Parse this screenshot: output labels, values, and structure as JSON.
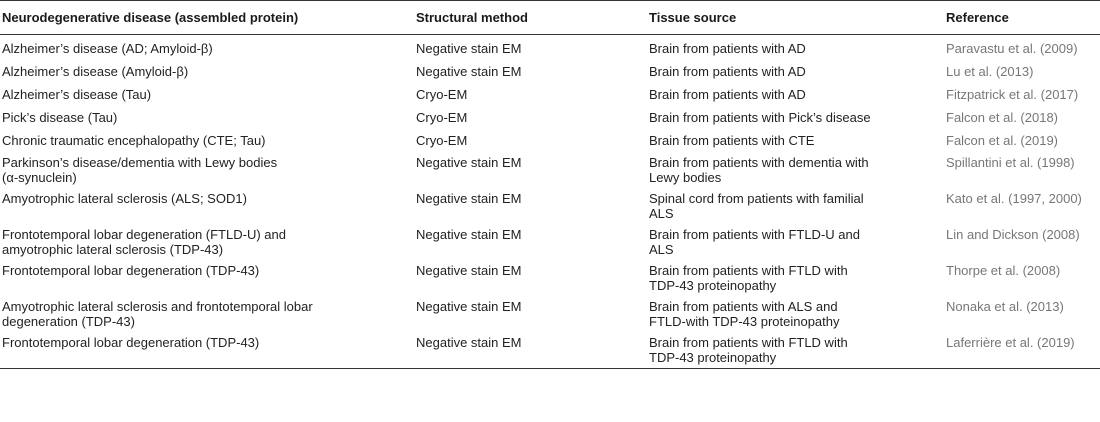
{
  "table": {
    "headers": [
      "Neurodegenerative disease (assembled protein)",
      "Structural method",
      "Tissue source",
      "Reference"
    ],
    "rows": [
      {
        "disease": [
          "Alzheimer’s disease (AD; Amyloid-β)"
        ],
        "method": [
          "Negative stain EM"
        ],
        "tissue": [
          "Brain from patients with AD"
        ],
        "reference": "Paravastu et al. (2009)"
      },
      {
        "disease": [
          "Alzheimer’s disease (Amyloid-β)"
        ],
        "method": [
          "Negative stain EM"
        ],
        "tissue": [
          "Brain from patients with AD"
        ],
        "reference": "Lu et al. (2013)"
      },
      {
        "disease": [
          "Alzheimer’s disease (Tau)"
        ],
        "method": [
          "Cryo-EM"
        ],
        "tissue": [
          "Brain from patients with AD"
        ],
        "reference": "Fitzpatrick et al. (2017)"
      },
      {
        "disease": [
          "Pick’s disease (Tau)"
        ],
        "method": [
          "Cryo-EM"
        ],
        "tissue": [
          "Brain from patients with Pick’s disease"
        ],
        "reference": "Falcon et al. (2018)"
      },
      {
        "disease": [
          "Chronic traumatic encephalopathy (CTE; Tau)"
        ],
        "method": [
          "Cryo-EM"
        ],
        "tissue": [
          "Brain from patients with CTE"
        ],
        "reference": "Falcon et al. (2019)"
      },
      {
        "disease": [
          "Parkinson’s disease/dementia with Lewy bodies",
          "(α-synuclein)"
        ],
        "method": [
          "Negative stain EM"
        ],
        "tissue": [
          "Brain from patients with dementia with",
          "Lewy bodies"
        ],
        "reference": "Spillantini et al. (1998)"
      },
      {
        "disease": [
          "Amyotrophic lateral sclerosis (ALS; SOD1)"
        ],
        "method": [
          "Negative stain EM"
        ],
        "tissue": [
          "Spinal cord from patients with familial",
          "ALS"
        ],
        "reference": "Kato et al. (1997, 2000)"
      },
      {
        "disease": [
          "Frontotemporal lobar degeneration (FTLD-U) and",
          "amyotrophic lateral sclerosis (TDP-43)"
        ],
        "method": [
          "Negative stain EM"
        ],
        "tissue": [
          "Brain from patients with FTLD-U and",
          "ALS"
        ],
        "reference": "Lin and Dickson (2008)"
      },
      {
        "disease": [
          "Frontotemporal lobar degeneration (TDP-43)"
        ],
        "method": [
          "Negative stain EM"
        ],
        "tissue": [
          "Brain from patients with FTLD with",
          "TDP-43 proteinopathy"
        ],
        "reference": "Thorpe et al. (2008)"
      },
      {
        "disease": [
          "Amyotrophic lateral sclerosis and frontotemporal lobar",
          "degeneration (TDP-43)"
        ],
        "method": [
          "Negative stain EM"
        ],
        "tissue": [
          "Brain from patients with ALS and",
          "FTLD-with TDP-43 proteinopathy"
        ],
        "reference": "Nonaka et al. (2013)"
      },
      {
        "disease": [
          "Frontotemporal lobar degeneration (TDP-43)"
        ],
        "method": [
          "Negative stain EM"
        ],
        "tissue": [
          "Brain from patients with FTLD with",
          "TDP-43 proteinopathy"
        ],
        "reference": "Laferrière et al. (2019)"
      }
    ]
  }
}
